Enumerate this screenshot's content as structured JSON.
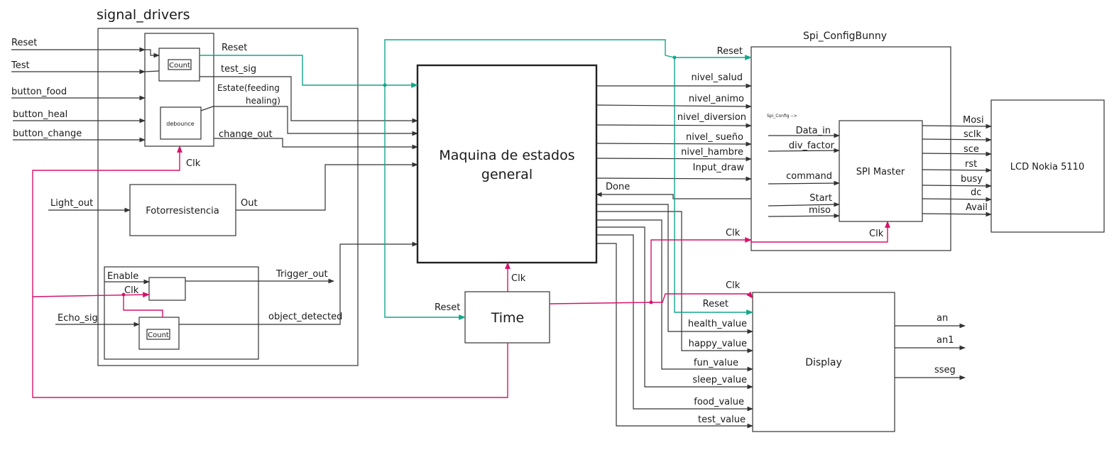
{
  "colors": {
    "wire": "#333333",
    "reset_wire": "#14a58a",
    "clk_wire": "#d6136a"
  },
  "signal_drivers": {
    "title": "signal_drivers",
    "inputs": {
      "reset": "Reset",
      "test": "Test",
      "button_food": "button_food",
      "button_heal": "button_heal",
      "button_change": "button_change",
      "light_out": "Light_out",
      "enable": "Enable",
      "clk": "Clk",
      "echo_sig": "Echo_sig"
    },
    "count_box": "Count",
    "debounce_box": "debounce",
    "count_box2": "Count",
    "fotorresistencia": "Fotorresistencia",
    "outputs": {
      "reset": "Reset",
      "test_sig": "test_sig",
      "estate_line1": "Estate(feeding",
      "estate_line2": "healing)",
      "change_out": "change_out",
      "clk": "Clk",
      "out": "Out",
      "trigger_out": "Trigger_out",
      "object_detected": "object_detected"
    }
  },
  "fsm": {
    "title_line1": "Maquina de estados",
    "title_line2": "general",
    "outputs": [
      "nivel_salud",
      "nivel_animo",
      "nivel_diversion",
      "nivel_ sueño",
      "nivel_hambre",
      "Input_draw"
    ],
    "done": "Done",
    "clk": "Clk"
  },
  "time": {
    "title": "Time",
    "reset": "Reset"
  },
  "spi": {
    "title": "Spi_ConfigBunny",
    "reset": "Reset",
    "clk": "Clk",
    "note": "Spi_Config -->",
    "master": "SPI Master",
    "inputs": [
      "Data_in",
      "div_factor",
      "command",
      "Start",
      "miso"
    ],
    "master_clk": "Clk",
    "outputs": [
      "Mosi",
      "sclk",
      "sce",
      "rst",
      "busy",
      "dc",
      "Avail"
    ]
  },
  "lcd": {
    "title": "LCD Nokia 5110"
  },
  "display": {
    "title": "Display",
    "clk": "Clk",
    "reset": "Reset",
    "inputs": [
      "health_value",
      "happy_value",
      "fun_value",
      "sleep_value",
      "food_value",
      "test_value"
    ],
    "outputs": [
      "an",
      "an1",
      "sseg"
    ]
  }
}
